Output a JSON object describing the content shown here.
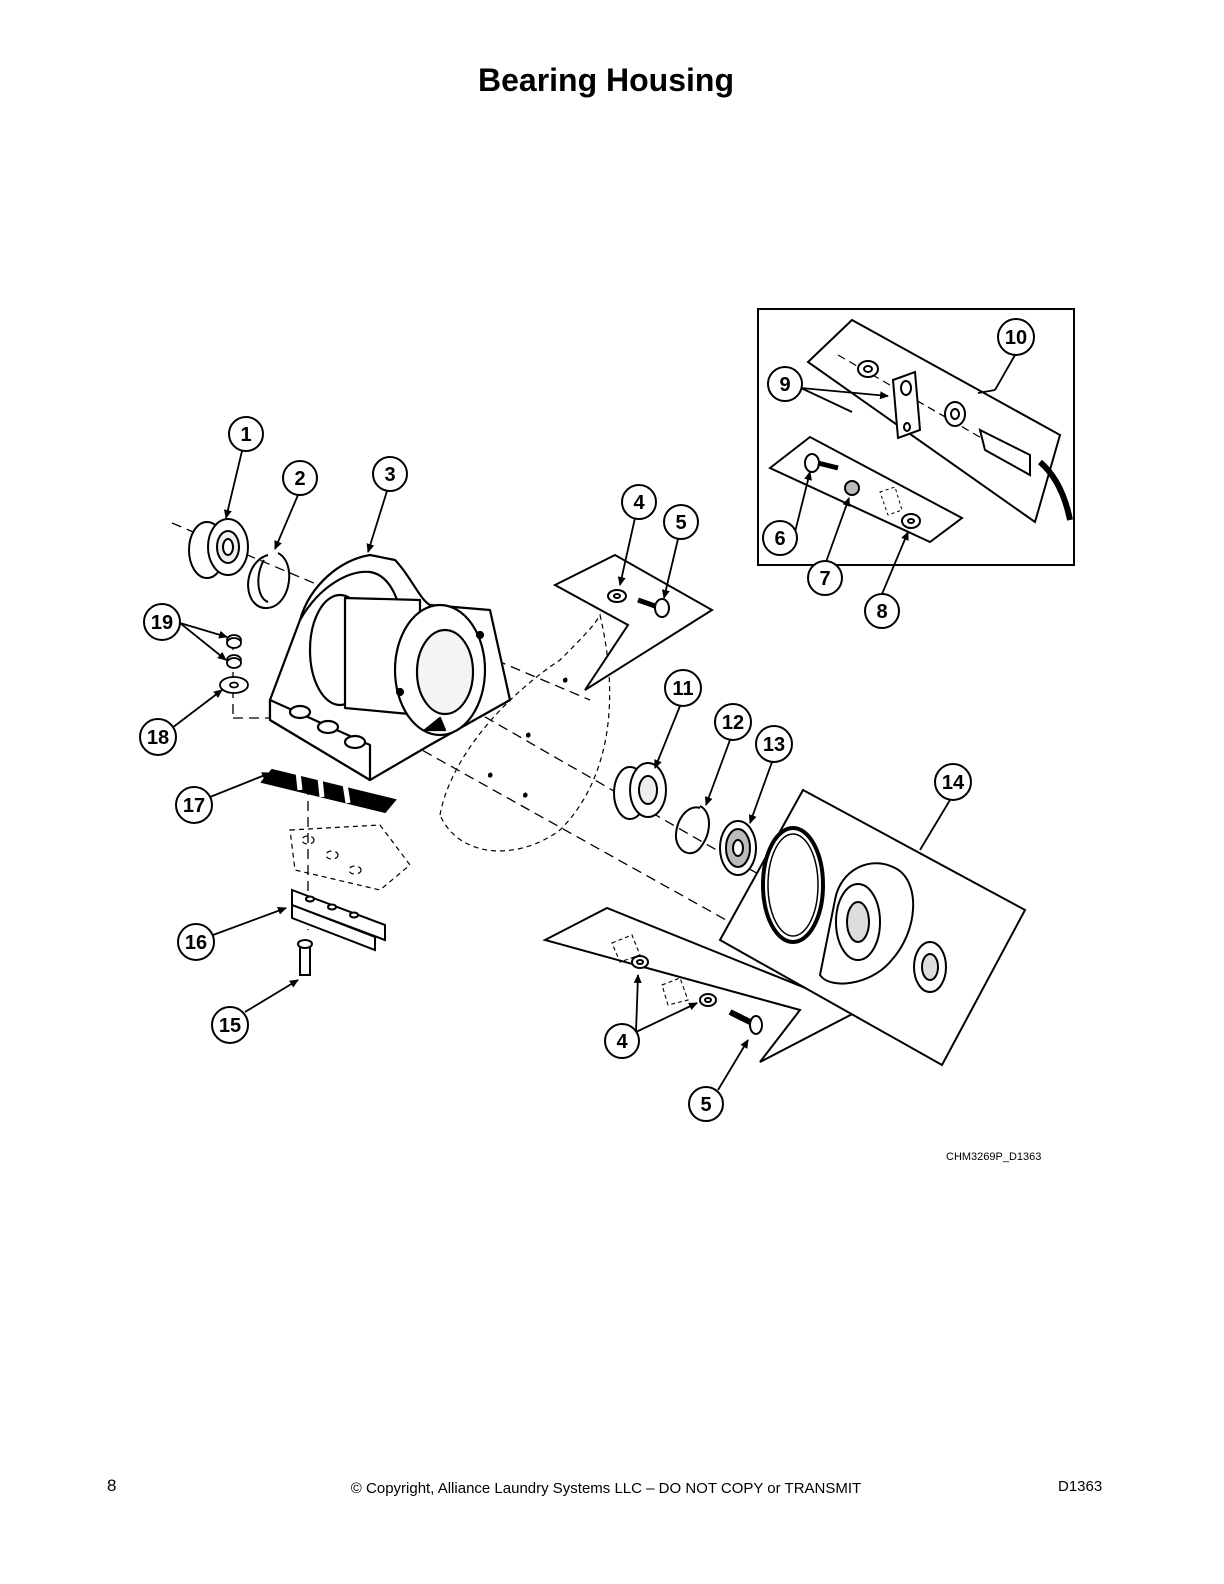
{
  "page": {
    "title": "Bearing Housing",
    "drawing_code": "CHM3269P_D1363",
    "page_number": "8",
    "copyright": "© Copyright, Alliance Laundry Systems LLC – DO NOT COPY or TRANSMIT",
    "doc_code": "D1363"
  },
  "callouts": [
    {
      "id": "c1",
      "label": "1"
    },
    {
      "id": "c2",
      "label": "2"
    },
    {
      "id": "c3",
      "label": "3"
    },
    {
      "id": "c4a",
      "label": "4"
    },
    {
      "id": "c5a",
      "label": "5"
    },
    {
      "id": "c6",
      "label": "6"
    },
    {
      "id": "c7",
      "label": "7"
    },
    {
      "id": "c8",
      "label": "8"
    },
    {
      "id": "c9",
      "label": "9"
    },
    {
      "id": "c10",
      "label": "10"
    },
    {
      "id": "c11",
      "label": "11"
    },
    {
      "id": "c12",
      "label": "12"
    },
    {
      "id": "c13",
      "label": "13"
    },
    {
      "id": "c14",
      "label": "14"
    },
    {
      "id": "c15",
      "label": "15"
    },
    {
      "id": "c16",
      "label": "16"
    },
    {
      "id": "c17",
      "label": "17"
    },
    {
      "id": "c18",
      "label": "18"
    },
    {
      "id": "c19",
      "label": "19"
    },
    {
      "id": "c4b",
      "label": "4"
    },
    {
      "id": "c5b",
      "label": "5"
    }
  ]
}
